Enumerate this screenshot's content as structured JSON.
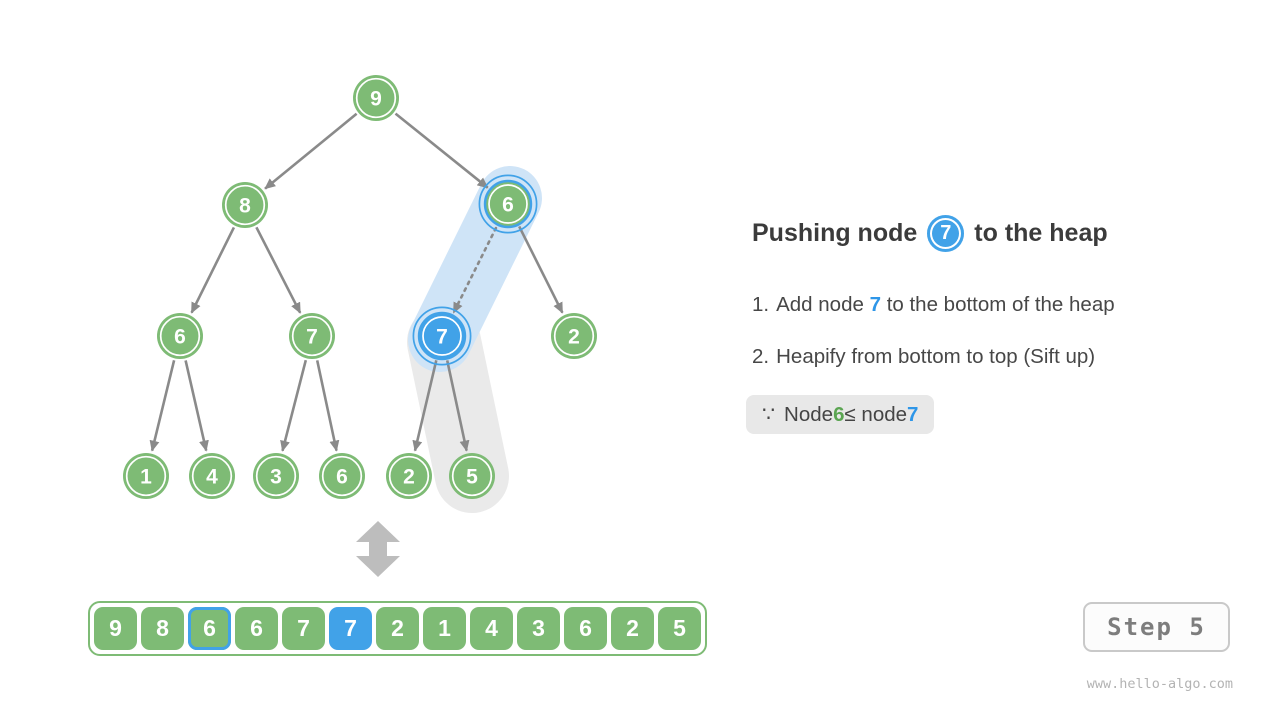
{
  "colors": {
    "node_green": "#7EBB75",
    "node_blue": "#41A2E8",
    "highlight_capsule_blue": "#CFE4F7",
    "capsule_gray": "#EAEAEA",
    "edge_gray": "#8A8A8A",
    "title_text": "#3B3B3B",
    "green_text": "#5BA552",
    "blue_text": "#2E96E8"
  },
  "tree": {
    "nodes": [
      {
        "value": "9",
        "state": "normal"
      },
      {
        "value": "8",
        "state": "normal"
      },
      {
        "value": "6",
        "state": "highlighted-green"
      },
      {
        "value": "6",
        "state": "normal"
      },
      {
        "value": "7",
        "state": "normal"
      },
      {
        "value": "7",
        "state": "highlighted-blue"
      },
      {
        "value": "2",
        "state": "normal"
      },
      {
        "value": "1",
        "state": "normal"
      },
      {
        "value": "4",
        "state": "normal"
      },
      {
        "value": "3",
        "state": "normal"
      },
      {
        "value": "6",
        "state": "normal"
      },
      {
        "value": "2",
        "state": "normal"
      },
      {
        "value": "5",
        "state": "normal"
      }
    ]
  },
  "panel": {
    "title": {
      "before": "Pushing node",
      "node_value": "7",
      "after": "to the heap"
    },
    "steps": [
      {
        "marker": "1.",
        "before": "Add node ",
        "highlight": "7",
        "after": " to the bottom of the heap"
      },
      {
        "marker": "2.",
        "before": "Heapify from bottom to top (Sift up)",
        "highlight": "",
        "after": ""
      }
    ],
    "note": {
      "symbol": "∵",
      "before": "Node ",
      "green_value": "6",
      "middle": " ≤ node ",
      "blue_value": "7"
    }
  },
  "array": {
    "cells": [
      {
        "value": "9",
        "state": "normal"
      },
      {
        "value": "8",
        "state": "normal"
      },
      {
        "value": "6",
        "state": "outlined-blue"
      },
      {
        "value": "6",
        "state": "normal"
      },
      {
        "value": "7",
        "state": "normal"
      },
      {
        "value": "7",
        "state": "filled-blue"
      },
      {
        "value": "2",
        "state": "normal"
      },
      {
        "value": "1",
        "state": "normal"
      },
      {
        "value": "4",
        "state": "normal"
      },
      {
        "value": "3",
        "state": "normal"
      },
      {
        "value": "6",
        "state": "normal"
      },
      {
        "value": "2",
        "state": "normal"
      },
      {
        "value": "5",
        "state": "normal"
      }
    ]
  },
  "footer": {
    "step_label": "Step 5",
    "watermark": "www.hello-algo.com"
  }
}
